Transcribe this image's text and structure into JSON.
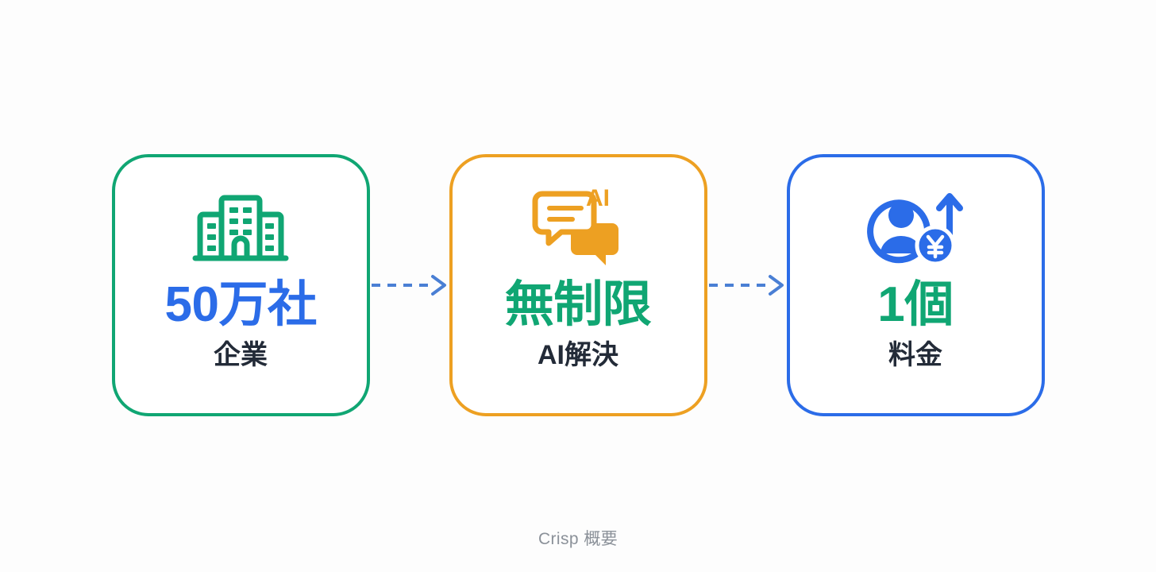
{
  "background_color": "#fdfdfd",
  "palette": {
    "green": "#10a673",
    "orange": "#eda022",
    "blue": "#2b6ce8",
    "label_navy": "#232b38",
    "caption_gray": "#8b9199"
  },
  "cards": [
    {
      "icon_name": "office-building-icon",
      "icon_color": "#10a673",
      "border_color": "#10a673",
      "value": "50万社",
      "value_color": "#2b6ce8",
      "label": "企業"
    },
    {
      "icon_name": "ai-chat-bubbles-icon",
      "icon_color": "#eda022",
      "border_color": "#eda022",
      "icon_text": "AI",
      "value": "無制限",
      "value_color": "#10a673",
      "label": "AI解決"
    },
    {
      "icon_name": "user-revenue-yen-icon",
      "icon_color": "#2b6ce8",
      "border_color": "#2b6ce8",
      "value": "1個",
      "value_color": "#10a673",
      "label": "料金"
    }
  ],
  "connectors": [
    {
      "name": "dashed-arrow-right",
      "color": "#4a7fd4",
      "style": "dashed"
    },
    {
      "name": "dashed-arrow-right",
      "color": "#4a7fd4",
      "style": "dashed"
    }
  ],
  "footer": {
    "caption": "Crisp 概要"
  }
}
